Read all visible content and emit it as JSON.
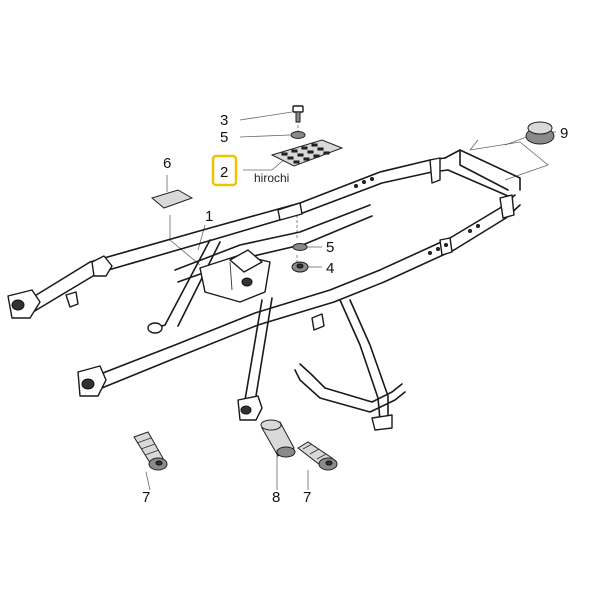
{
  "callouts": {
    "c1": "1",
    "c2": "2",
    "c3": "3",
    "c4": "4",
    "c5a": "5",
    "c5b": "5",
    "c6": "6",
    "c7a": "7",
    "c7b": "7",
    "c8": "8",
    "c9": "9"
  },
  "highlight_color": "#f2c200",
  "watermark": "hirochi"
}
